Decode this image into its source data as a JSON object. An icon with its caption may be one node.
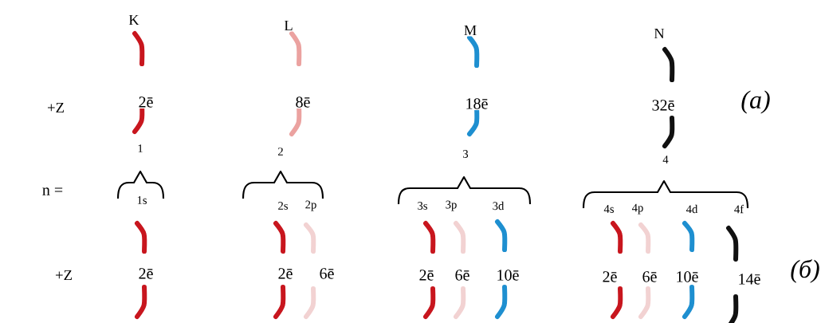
{
  "diagram": {
    "labels": [
      "K",
      "L",
      "M",
      "N",
      "+Z",
      "2ē",
      "8ē",
      "18ē",
      "32ē",
      "(а)",
      "n  =",
      "1",
      "2",
      "3",
      "4",
      "1s",
      "2s",
      "2p",
      "3s",
      "3p",
      "3d",
      "4s",
      "4p",
      "4d",
      "4f",
      "+Z",
      "2ē",
      "2ē",
      "6ē",
      "2ē",
      "6ē",
      "10ē",
      "2ē",
      "6ē",
      "10ē",
      "14ē",
      "(б)"
    ]
  }
}
